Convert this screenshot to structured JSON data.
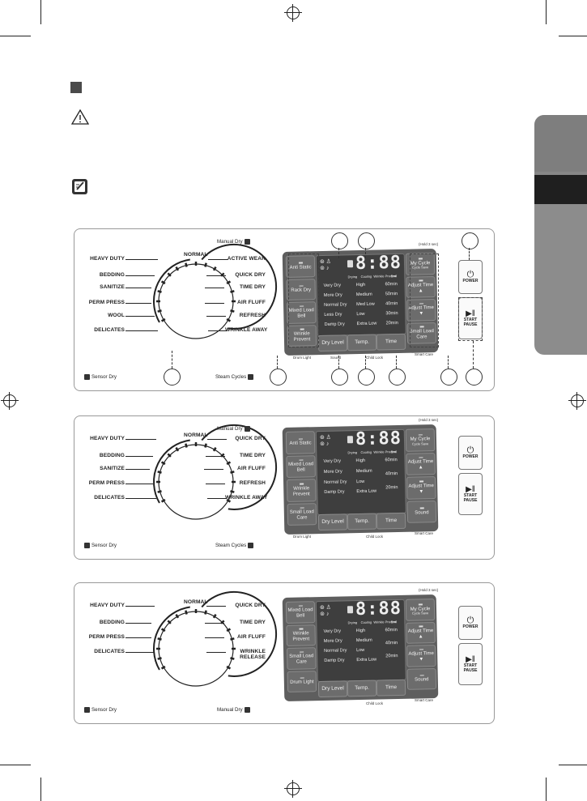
{
  "page": {
    "note_icon": "note-icon",
    "warning_icon": "warning-triangle-icon",
    "bullet_icon": "square-bullet-icon",
    "accent": "#2b2b2b",
    "side_tab_colors": [
      "#9a9a9a",
      "#6a6a6a",
      "#1f1f1f",
      "#8a8a8a"
    ]
  },
  "panels": [
    {
      "dial_labels_left": [
        "HEAVY DUTY",
        "BEDDING",
        "SANITIZE",
        "PERM PRESS",
        "WOOL",
        "DELICATES"
      ],
      "dial_labels_right": [
        "ACTIVE WEAR",
        "QUICK DRY",
        "TIME DRY",
        "AIR FLUFF",
        "REFRESH",
        "WRINKLE AWAY"
      ],
      "dial_top": "NORMAL",
      "manual_dry": "Manual Dry",
      "sensor_dry": "Sensor Dry",
      "steam_cycles": "Steam Cycles",
      "left_buttons": [
        "Anti Static",
        "Rack Dry",
        "Mixed Load Bell",
        "Wrinkle Prevent"
      ],
      "right_buttons": [
        "My Cycle",
        "Adjust Time ▲",
        "Adjust Time ▼",
        "Small Load Care"
      ],
      "right_sub": [
        "Cycle Save",
        "",
        "",
        ""
      ],
      "bottom_buttons": [
        "Dry Level",
        "Temp.",
        "Time"
      ],
      "col1": [
        "Very Dry",
        "More Dry",
        "Normal Dry",
        "Less Dry",
        "Damp Dry"
      ],
      "col2": [
        "High",
        "Medium",
        "Med Low",
        "Low",
        "Extra Low"
      ],
      "col3": [
        "60min",
        "50min",
        "40min",
        "30min",
        "20min"
      ],
      "status": [
        "Drying",
        "Cooling",
        "Wrinkle Prevent",
        "End"
      ],
      "digits": "8:88",
      "hold3": "(Hold 3 sec)",
      "drum_light": "Drum Light",
      "sound": "Sound",
      "smart_care": "Smart Care",
      "child_lock": "Child Lock",
      "power": "POWER",
      "start": "START PAUSE"
    },
    {
      "dial_labels_left": [
        "HEAVY DUTY",
        "BEDDING",
        "SANITIZE",
        "PERM PRESS",
        "DELICATES"
      ],
      "dial_labels_right": [
        "QUICK DRY",
        "TIME DRY",
        "AIR FLUFF",
        "REFRESH",
        "WRINKLE AWAY"
      ],
      "dial_top": "NORMAL",
      "manual_dry": "Manual Dry",
      "sensor_dry": "Sensor Dry",
      "steam_cycles": "Steam Cycles",
      "left_buttons": [
        "Anti Static",
        "Mixed Load Bell",
        "Wrinkle Prevent",
        "Small Load Care"
      ],
      "right_buttons": [
        "My Cycle",
        "Adjust Time ▲",
        "Adjust Time ▼",
        "Sound"
      ],
      "right_sub": [
        "Cycle Save",
        "",
        "",
        ""
      ],
      "bottom_buttons": [
        "Dry Level",
        "Temp.",
        "Time"
      ],
      "col1": [
        "Very Dry",
        "More Dry",
        "Normal Dry",
        "Damp Dry"
      ],
      "col2": [
        "High",
        "Medium",
        "Low",
        "Extra Low"
      ],
      "col3": [
        "60min",
        "40min",
        "20min"
      ],
      "status": [
        "Drying",
        "Cooling",
        "Wrinkle Prevent",
        "End"
      ],
      "digits": "8:88",
      "hold3": "(Hold 3 sec)",
      "drum_light": "Drum Light",
      "smart_care": "Smart Care",
      "child_lock": "Child Lock",
      "power": "POWER",
      "start": "START PAUSE"
    },
    {
      "dial_labels_left": [
        "HEAVY DUTY",
        "BEDDING",
        "PERM PRESS",
        "DELICATES"
      ],
      "dial_labels_right": [
        "QUICK DRY",
        "TIME DRY",
        "AIR FLUFF",
        "WRINKLE RELEASE"
      ],
      "dial_top": "NORMAL",
      "manual_dry": "Manual Dry",
      "sensor_dry": "Sensor Dry",
      "left_buttons": [
        "Mixed Load Bell",
        "Wrinkle Prevent",
        "Small Load Care",
        "Drum Light"
      ],
      "right_buttons": [
        "My Cycle",
        "Adjust Time ▲",
        "Adjust Time ▼",
        "Sound"
      ],
      "right_sub": [
        "Cycle Save",
        "",
        "",
        ""
      ],
      "bottom_buttons": [
        "Dry Level",
        "Temp.",
        "Time"
      ],
      "col1": [
        "Very Dry",
        "More Dry",
        "Normal Dry",
        "Damp Dry"
      ],
      "col2": [
        "High",
        "Medium",
        "Low",
        "Extra Low"
      ],
      "col3": [
        "60min",
        "40min",
        "20min"
      ],
      "status": [
        "Drying",
        "Cooling",
        "Wrinkle Prevent",
        "End"
      ],
      "digits": "8:88",
      "hold3": "(Hold 3 sec)",
      "smart_care": "Smart Care",
      "child_lock": "Child Lock",
      "power": "POWER",
      "start": "START PAUSE"
    }
  ]
}
